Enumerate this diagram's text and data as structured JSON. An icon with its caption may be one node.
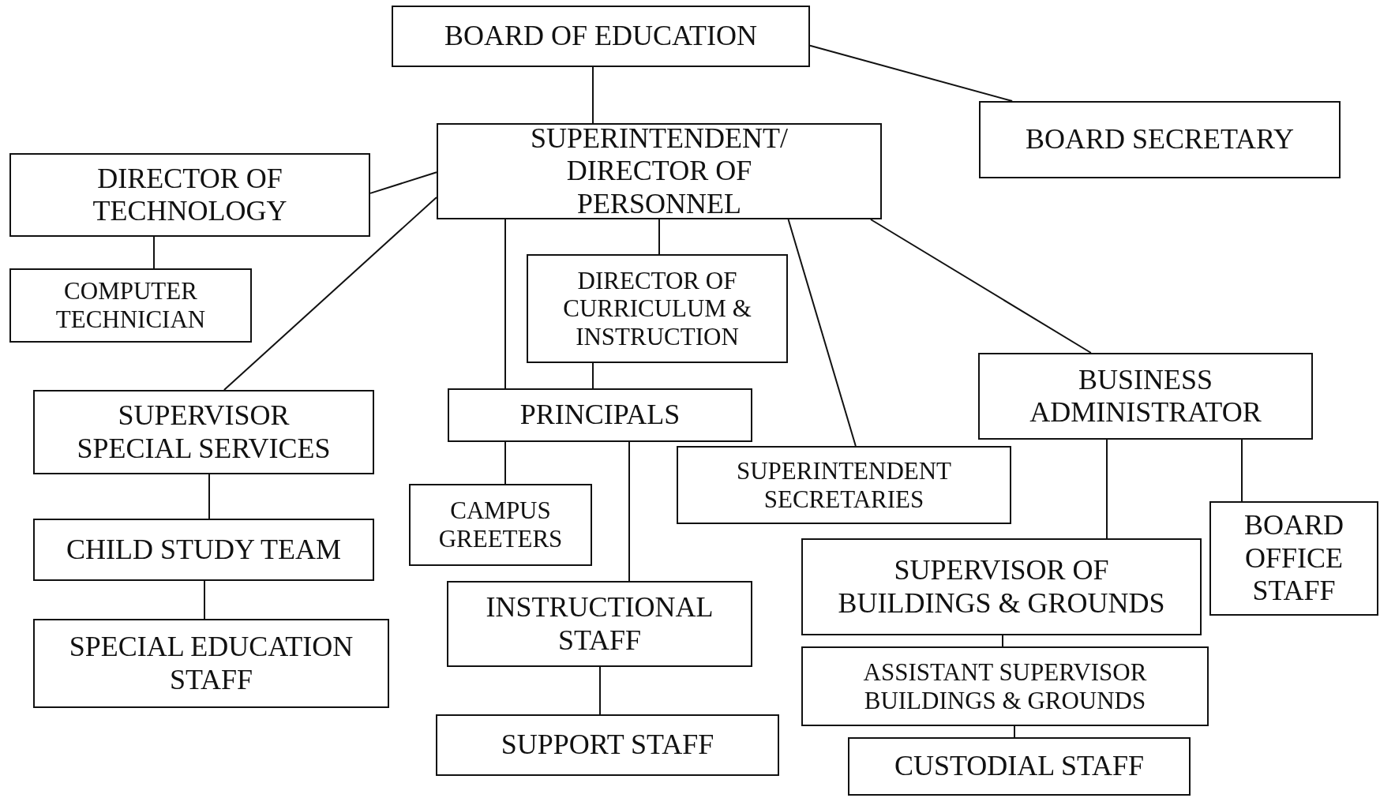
{
  "diagram": {
    "nodes": [
      {
        "text": [
          "BOARD OF EDUCATION"
        ]
      },
      {
        "text": [
          "BOARD SECRETARY"
        ]
      },
      {
        "text": [
          "SUPERINTENDENT/ DIRECTOR OF PERSONNEL"
        ]
      },
      {
        "text": [
          "DIRECTOR OF TECHNOLOGY"
        ]
      },
      {
        "text": [
          "COMPUTER TECHNICIAN"
        ]
      },
      {
        "text": [
          "DIRECTOR OF CURRICULUM & INSTRUCTION"
        ]
      },
      {
        "text": [
          "SUPERVISOR SPECIAL SERVICES"
        ]
      },
      {
        "text": [
          "PRINCIPALS"
        ]
      },
      {
        "text": [
          "BUSINESS ADMINISTRATOR"
        ]
      },
      {
        "text": [
          "SUPERINTENDENT SECRETARIES"
        ]
      },
      {
        "text": [
          "CAMPUS GREETERS"
        ]
      },
      {
        "text": [
          "CHILD STUDY TEAM"
        ]
      },
      {
        "text": [
          "INSTRUCTIONAL STAFF"
        ]
      },
      {
        "text": [
          "SUPERVISOR OF BUILDINGS & GROUNDS"
        ]
      },
      {
        "text": [
          "BOARD OFFICE STAFF"
        ]
      },
      {
        "text": [
          "SPECIAL EDUCATION STAFF"
        ]
      },
      {
        "text": [
          "SUPPORT STAFF"
        ]
      },
      {
        "text": [
          "ASSISTANT SUPERVISOR BUILDINGS & GROUNDS"
        ]
      },
      {
        "text": [
          "CUSTODIAL STAFF"
        ]
      }
    ],
    "edges": [
      {
        "from": 0,
        "to": 1,
        "arrow": "none"
      },
      {
        "from": 0,
        "to": 2,
        "arrow": "none"
      },
      {
        "from": 2,
        "to": 3,
        "arrow": "none"
      },
      {
        "from": 3,
        "to": 4,
        "arrow": "none"
      },
      {
        "from": 2,
        "to": 6,
        "arrow": "none"
      },
      {
        "from": 2,
        "to": 7,
        "arrow": "none"
      },
      {
        "from": 2,
        "to": 5,
        "arrow": "none"
      },
      {
        "from": 5,
        "to": 7,
        "arrow": "none"
      },
      {
        "from": 2,
        "to": 9,
        "arrow": "none"
      },
      {
        "from": 2,
        "to": 8,
        "arrow": "none"
      },
      {
        "from": 6,
        "to": 11,
        "arrow": "none"
      },
      {
        "from": 11,
        "to": 15,
        "arrow": "none"
      },
      {
        "from": 7,
        "to": 10,
        "arrow": "none"
      },
      {
        "from": 7,
        "to": 12,
        "arrow": "none"
      },
      {
        "from": 12,
        "to": 16,
        "arrow": "none"
      },
      {
        "from": 8,
        "to": 13,
        "arrow": "none"
      },
      {
        "from": 8,
        "to": 14,
        "arrow": "none"
      },
      {
        "from": 13,
        "to": 17,
        "arrow": "none"
      },
      {
        "from": 17,
        "to": 18,
        "arrow": "none"
      }
    ]
  }
}
